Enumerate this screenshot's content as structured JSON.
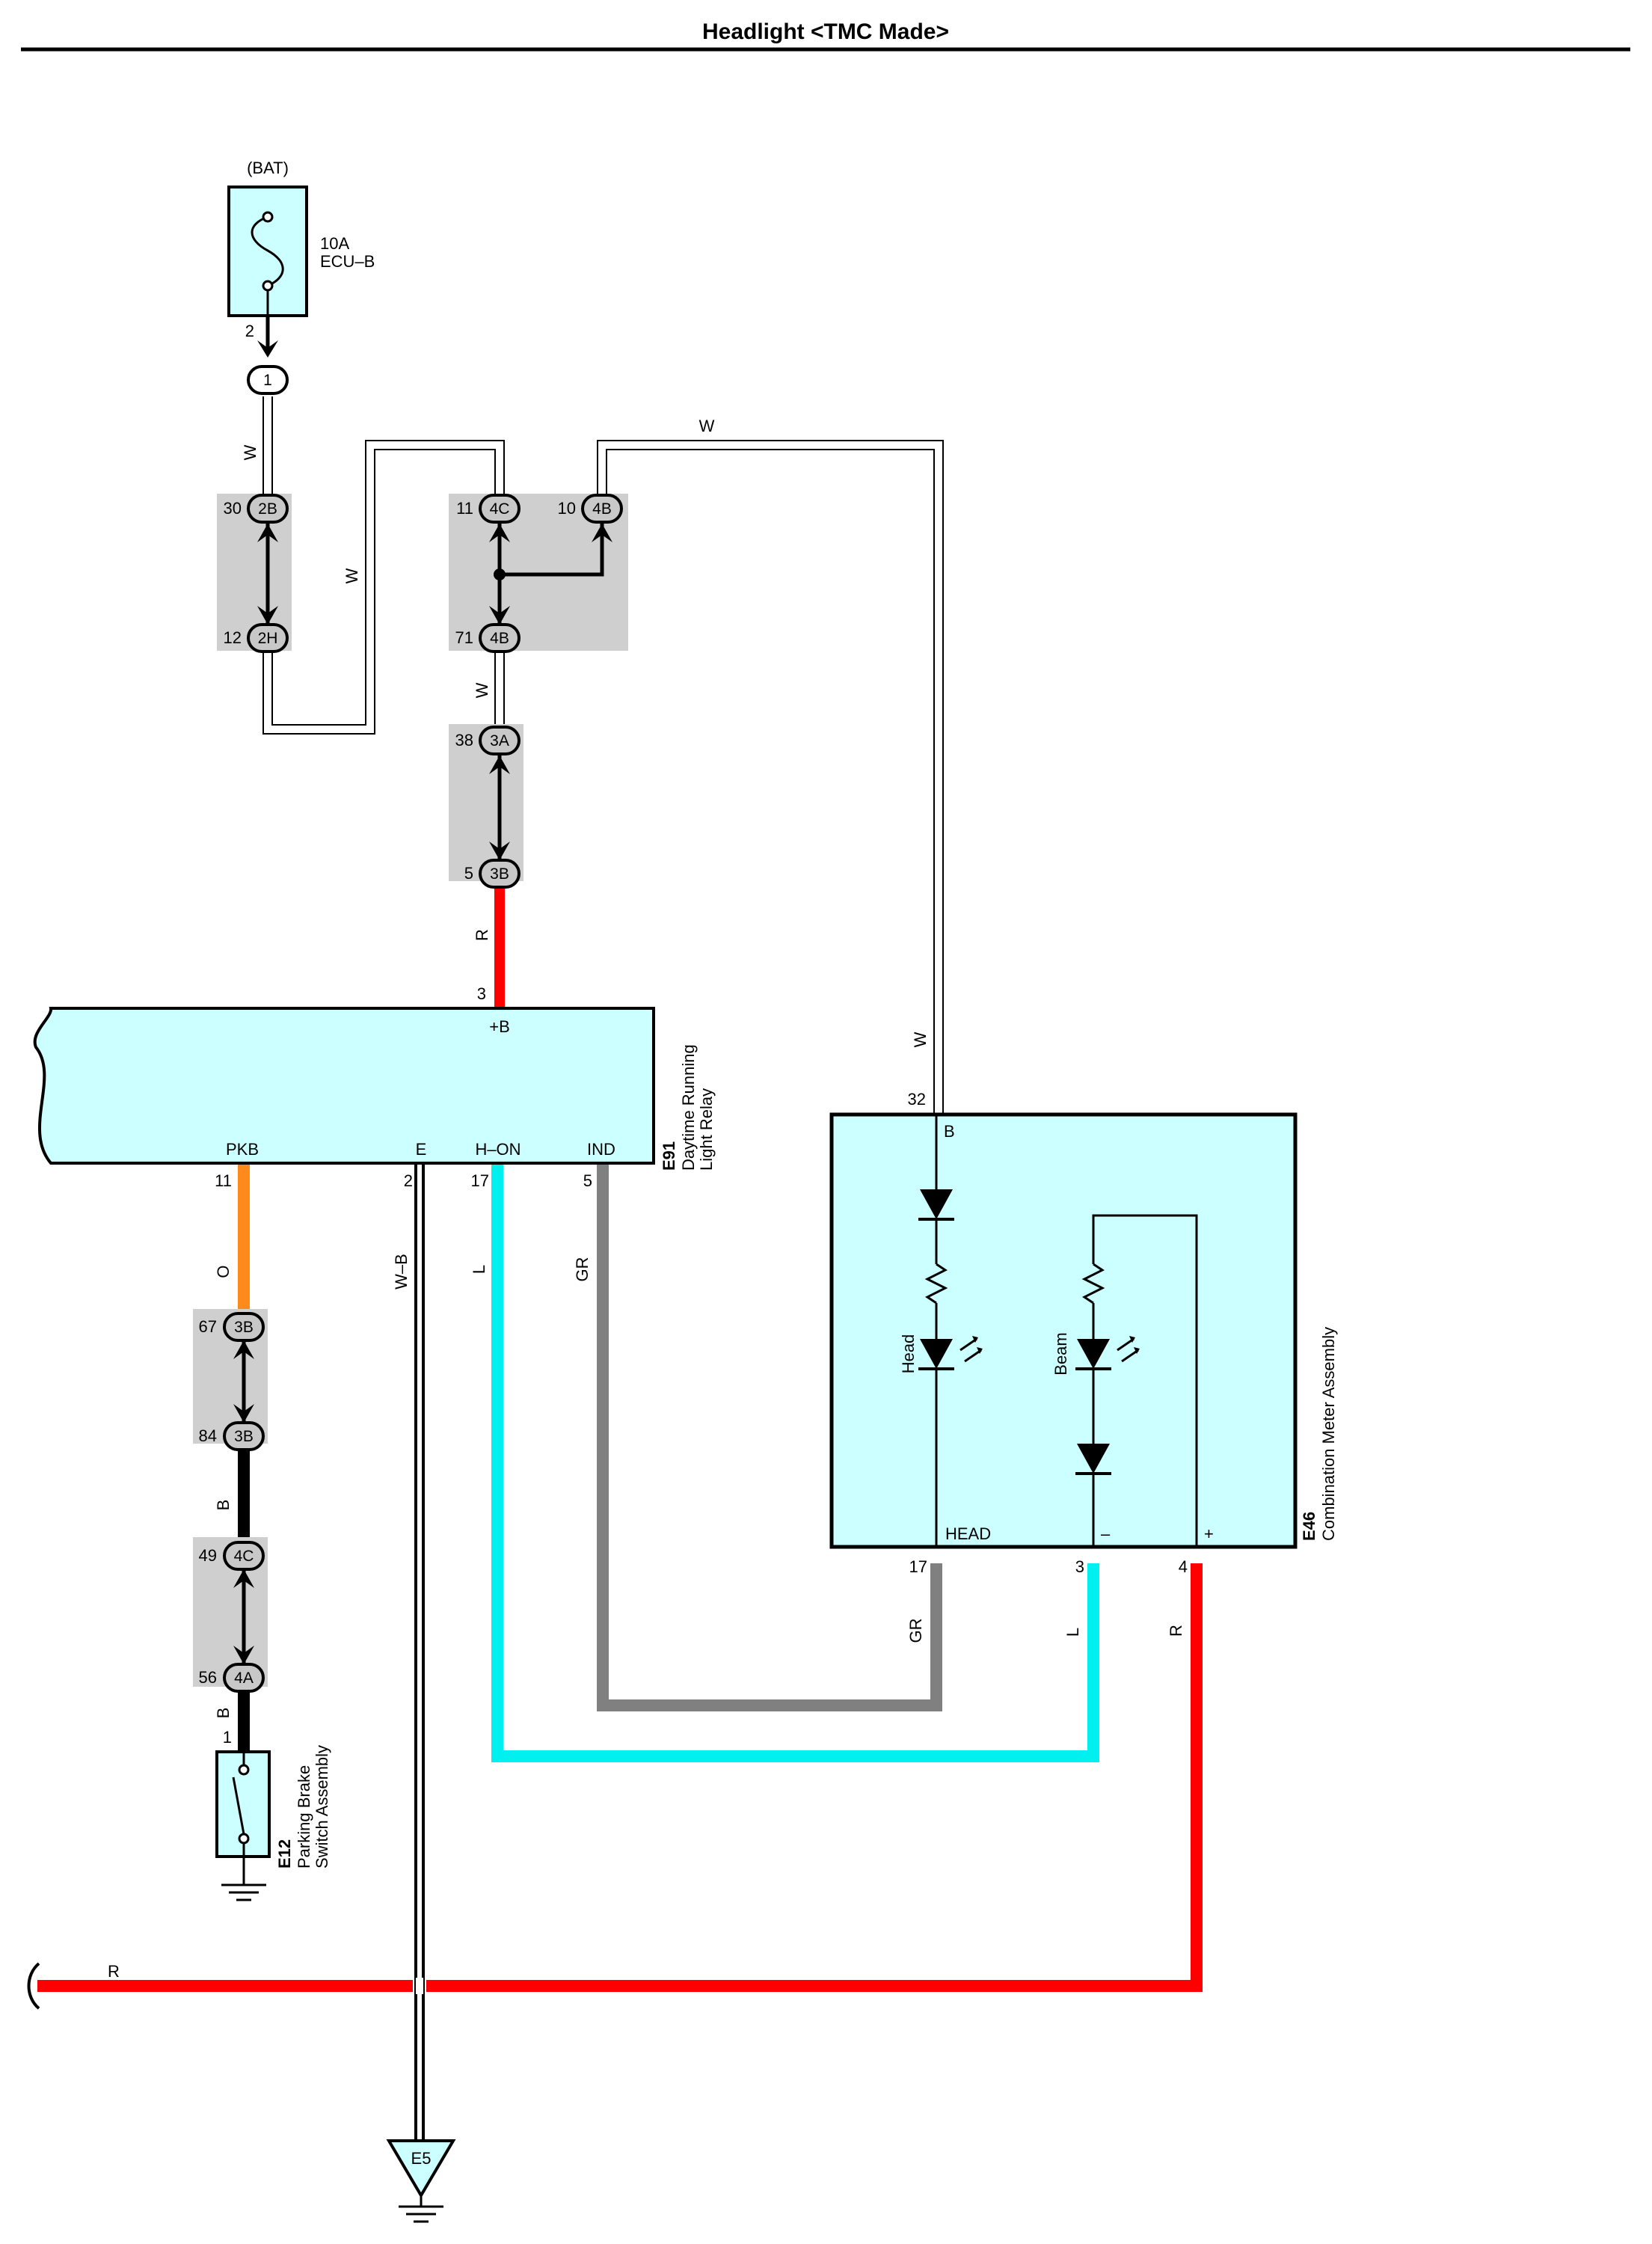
{
  "title": "Headlight <TMC Made>",
  "fuse": {
    "supply": "(BAT)",
    "rating": "10A",
    "name": "ECU–B",
    "pin": "2",
    "junction": "1"
  },
  "wire_colors": {
    "W": "#ffffff",
    "R": "#ff0000",
    "O": "#ff8a1c",
    "B": "#000000",
    "L": "#00f0f0",
    "GR": "#808080",
    "W-B": "#ffffff"
  },
  "wire_labels": {
    "w1": "W",
    "w2": "W",
    "w3": "W",
    "w4": "W",
    "w5": "W",
    "r1": "R",
    "o1": "O",
    "b1": "B",
    "b2": "B",
    "wb": "W–B",
    "l1": "L",
    "gr1": "GR",
    "gr2": "GR",
    "l2": "L",
    "r2": "R",
    "r3": "R"
  },
  "connectors": [
    {
      "pin": "30",
      "code": "2B"
    },
    {
      "pin": "12",
      "code": "2H"
    },
    {
      "pin": "11",
      "code": "4C"
    },
    {
      "pin": "10",
      "code": "4B"
    },
    {
      "pin": "71",
      "code": "4B"
    },
    {
      "pin": "38",
      "code": "3A"
    },
    {
      "pin": "5",
      "code": "3B"
    },
    {
      "pin": "67",
      "code": "3B"
    },
    {
      "pin": "84",
      "code": "3B"
    },
    {
      "pin": "49",
      "code": "4C"
    },
    {
      "pin": "56",
      "code": "4A"
    }
  ],
  "relay": {
    "id": "E91",
    "name_line1": "Daytime Running",
    "name_line2": "Light Relay",
    "terminals": {
      "b_plus": {
        "name": "+B",
        "pin": "3"
      },
      "pkb": {
        "name": "PKB",
        "pin": "11"
      },
      "e": {
        "name": "E",
        "pin": "2"
      },
      "h_on": {
        "name": "H–ON",
        "pin": "17"
      },
      "ind": {
        "name": "IND",
        "pin": "5"
      }
    }
  },
  "meter": {
    "id": "E46",
    "name": "Combination Meter Assembly",
    "terminals": {
      "b": {
        "name": "B",
        "pin": "32"
      },
      "head": {
        "name": "HEAD",
        "pin": "17"
      },
      "minus": {
        "name": "–",
        "pin": "3"
      },
      "plus": {
        "name": "+",
        "pin": "4"
      }
    },
    "led_head": "Head",
    "led_beam": "Beam"
  },
  "parking_switch": {
    "id": "E12",
    "name_line1": "Parking Brake",
    "name_line2": "Switch Assembly",
    "pin": "1"
  },
  "ground": {
    "id": "E5"
  }
}
